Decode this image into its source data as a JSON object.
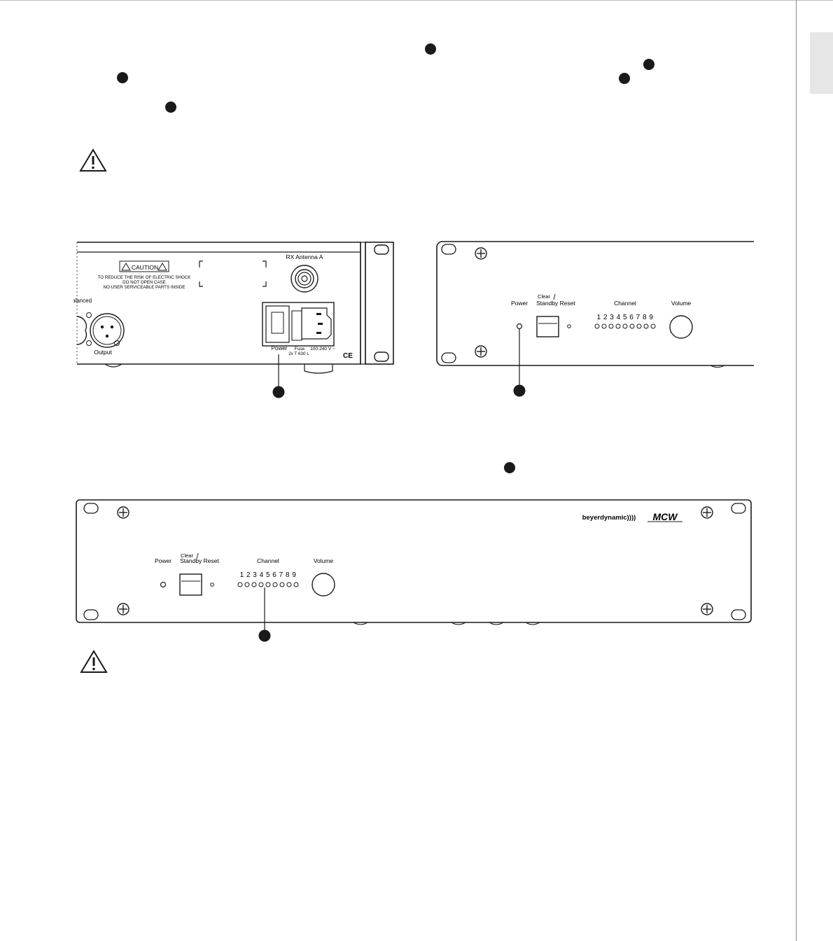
{
  "rear_panel": {
    "caution_title": "CAUTION",
    "caution_line1": "TO REDUCE THE RISK OF ELECTRIC SHOCK",
    "caution_line2": "DO NOT OPEN CASE",
    "caution_line3": "NO USER SERVICEABLE PARTS INSIDE",
    "antenna_label": "RX Antenna A",
    "balanced_label": "alanced",
    "output_label": "Output",
    "power_label": "Power",
    "fuse_label": "Fuse",
    "voltage_label": "100-240 V ~",
    "fuse_rating": "2x T 630 L",
    "ce_mark": "CE"
  },
  "front_panel_crop": {
    "power_label": "Power",
    "clear_label": "Clear",
    "slash": "/",
    "standby_reset_label": "Standby Reset",
    "channel_label": "Channel",
    "channel_numbers": "1 2 3 4 5 6 7 8 9",
    "volume_label": "Volume"
  },
  "front_panel_full": {
    "power_label": "Power",
    "clear_label": "Clear",
    "slash": "/",
    "standby_reset_label": "Standby Reset",
    "channel_label": "Channel",
    "channel_numbers": "1 2 3 4 5 6 7 8 9",
    "volume_label": "Volume",
    "brand_logo": "beyerdynamic))))",
    "product_logo": "MCW"
  },
  "icons": {
    "warning": "warning-triangle-icon",
    "callout": "callout-marker-icon",
    "screw": "screw-plus-icon"
  },
  "colors": {
    "ink": "#1a1a1a",
    "tab": "#e6e6e6"
  }
}
